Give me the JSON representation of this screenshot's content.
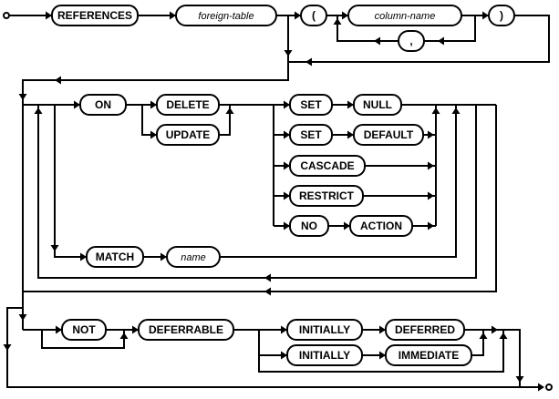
{
  "diagram": {
    "name": "foreign-key-clause syntax railroad diagram",
    "colors": {
      "line": "#000000",
      "box_fill": "#ffffff",
      "box_stroke": "#000000",
      "text": "#000000",
      "background": "#ffffff"
    },
    "keywords": {
      "references": "REFERENCES",
      "on": "ON",
      "delete": "DELETE",
      "update": "UPDATE",
      "set": "SET",
      "null": "NULL",
      "default": "DEFAULT",
      "cascade": "CASCADE",
      "restrict": "RESTRICT",
      "no": "NO",
      "action": "ACTION",
      "match": "MATCH",
      "not": "NOT",
      "deferrable": "DEFERRABLE",
      "initially": "INITIALLY",
      "deferred": "DEFERRED",
      "immediate": "IMMEDIATE"
    },
    "nonterminals": {
      "foreign_table": "foreign-table",
      "column_name": "column-name",
      "name": "name"
    },
    "punctuation": {
      "lparen": "(",
      "comma": ",",
      "rparen": ")"
    }
  }
}
